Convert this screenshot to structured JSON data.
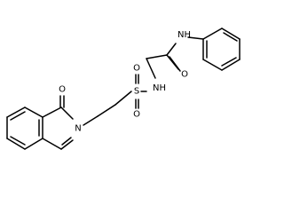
{
  "molecule": {
    "atoms": [
      {
        "id": "n-amide",
        "label": "N",
        "sub": "H",
        "color": "#000000"
      },
      {
        "id": "o-amide",
        "label": "O",
        "color": "#000000"
      },
      {
        "id": "n-sulfonamide",
        "label": "N",
        "sub": "H",
        "color": "#000000"
      },
      {
        "id": "s",
        "label": "S",
        "color": "#000000"
      },
      {
        "id": "o-s-top",
        "label": "O",
        "color": "#000000"
      },
      {
        "id": "o-s-bottom",
        "label": "O",
        "color": "#000000"
      },
      {
        "id": "n-ring",
        "label": "N",
        "color": "#000000"
      },
      {
        "id": "o-ketone",
        "label": "O",
        "color": "#000000"
      }
    ]
  }
}
